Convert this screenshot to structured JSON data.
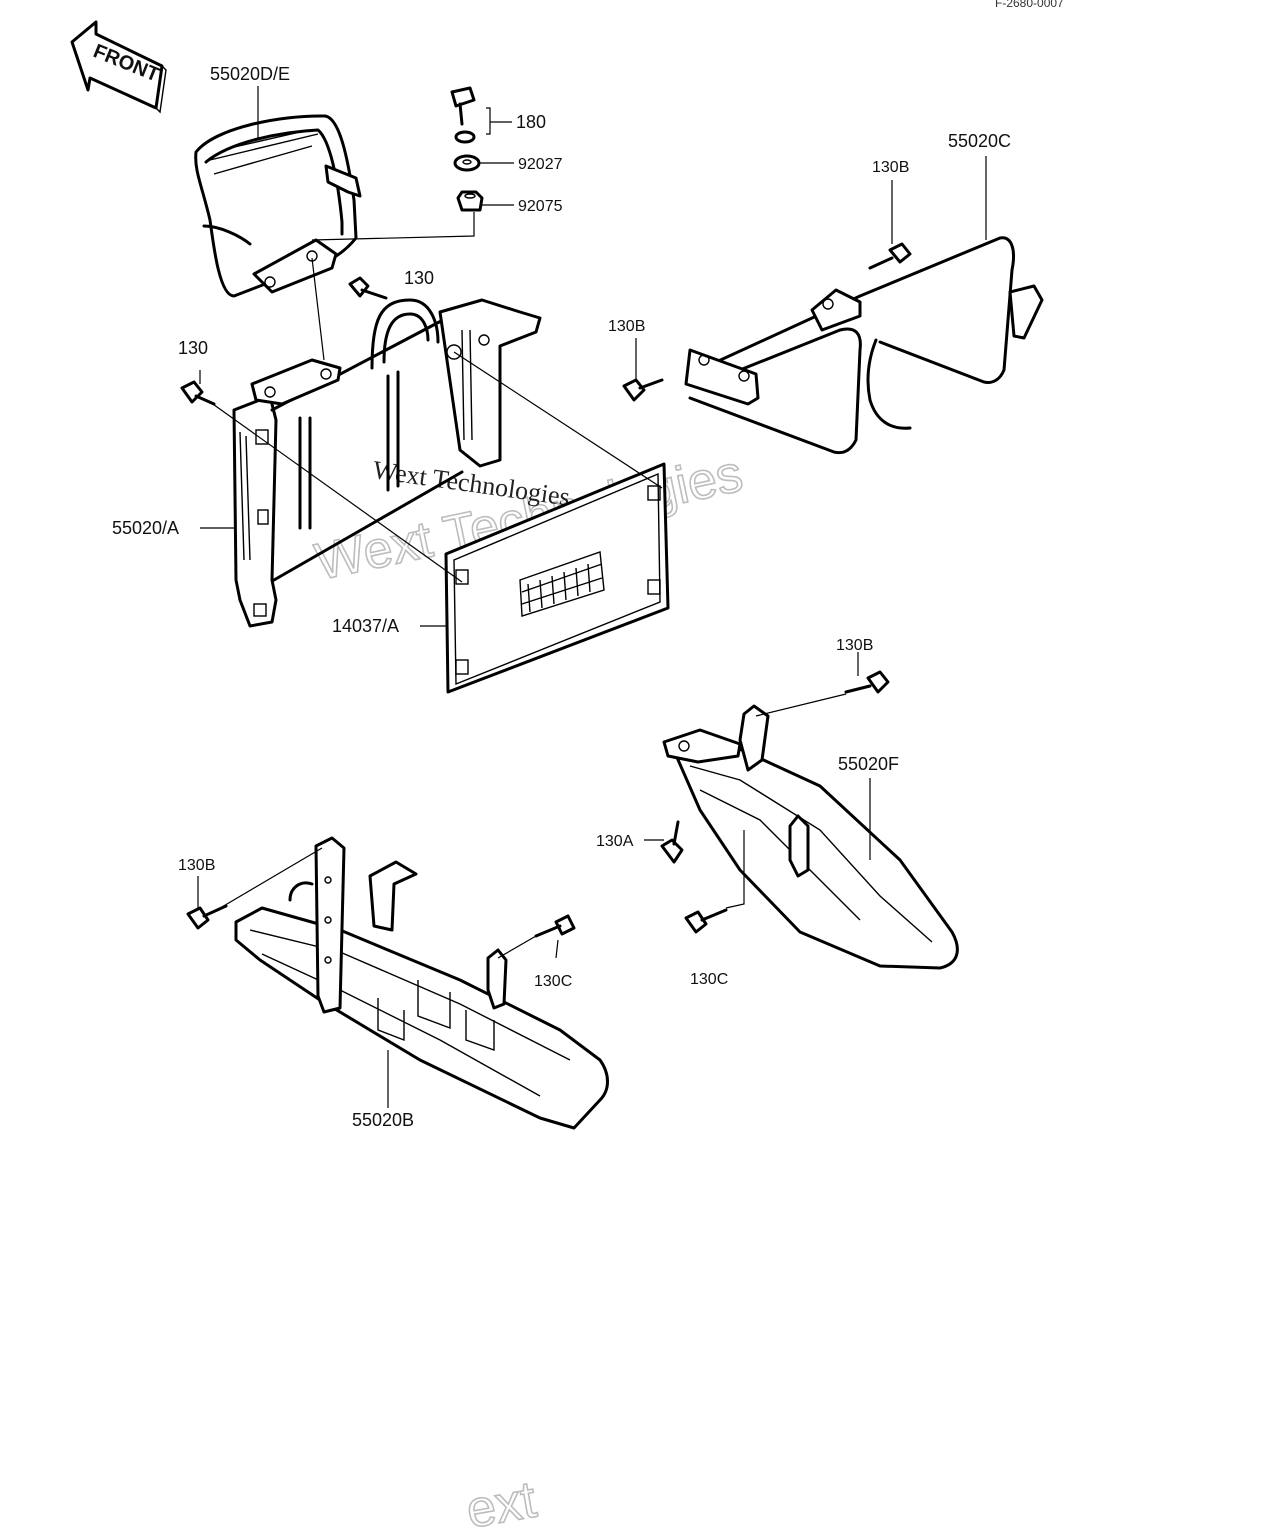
{
  "diagram": {
    "ref_code": "F-2680-0007",
    "front_label": "FRONT",
    "watermark_text": "Wext Technologies",
    "watermark_fragment": "ext",
    "callouts": [
      {
        "id": "c-55020de",
        "text": "55020D/E"
      },
      {
        "id": "c-180",
        "text": "180"
      },
      {
        "id": "c-92027",
        "text": "92027"
      },
      {
        "id": "c-92075",
        "text": "92075"
      },
      {
        "id": "c-130-top",
        "text": "130"
      },
      {
        "id": "c-130-left",
        "text": "130"
      },
      {
        "id": "c-55020c",
        "text": "55020C"
      },
      {
        "id": "c-130b-top",
        "text": "130B"
      },
      {
        "id": "c-130b-mid",
        "text": "130B"
      },
      {
        "id": "c-55020a",
        "text": "55020/A"
      },
      {
        "id": "c-14037a",
        "text": "14037/A"
      },
      {
        "id": "c-130b-right",
        "text": "130B"
      },
      {
        "id": "c-55020f",
        "text": "55020F"
      },
      {
        "id": "c-130a",
        "text": "130A"
      },
      {
        "id": "c-130b-left",
        "text": "130B"
      },
      {
        "id": "c-130c-left",
        "text": "130C"
      },
      {
        "id": "c-130c-right",
        "text": "130C"
      },
      {
        "id": "c-55020b",
        "text": "55020B"
      }
    ]
  }
}
